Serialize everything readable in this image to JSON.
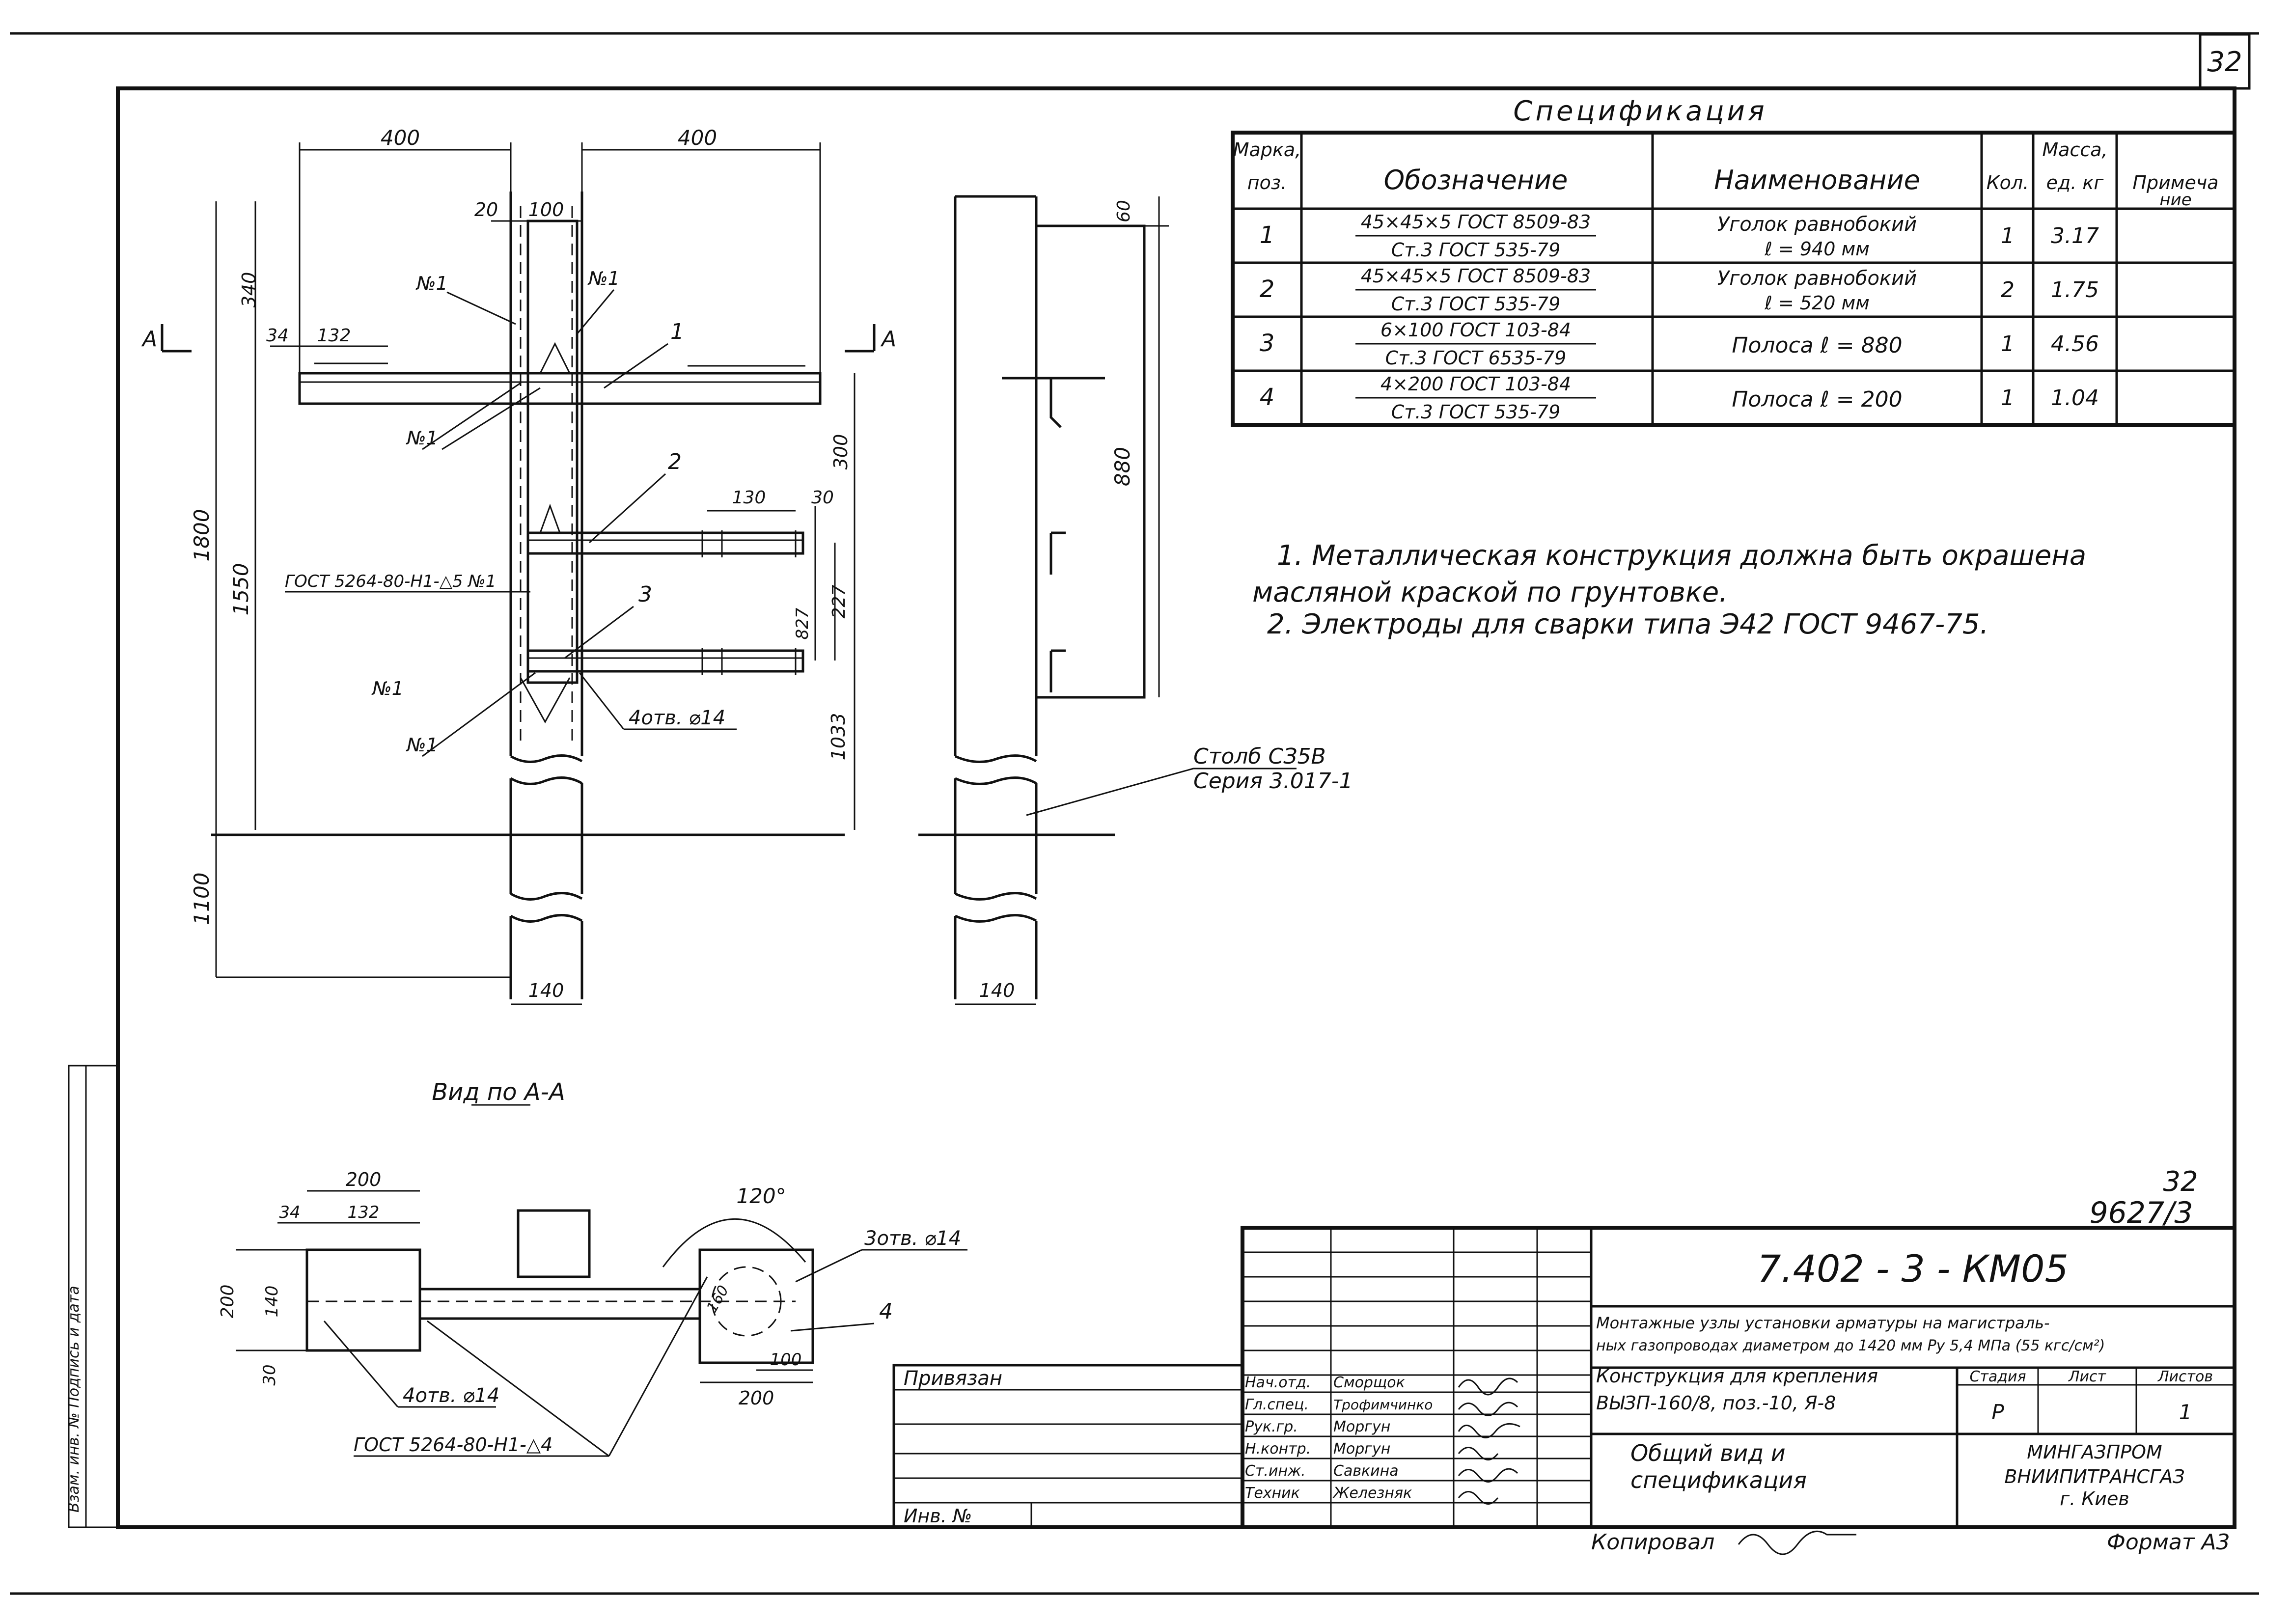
{
  "sheet": {
    "number": "32"
  },
  "spec": {
    "title": "Спецификация",
    "headers": {
      "mark": [
        "Марка,",
        "поз."
      ],
      "designation": "Обозначение",
      "name": "Наименование",
      "qty": "Кол.",
      "mass": [
        "Масса,",
        "ед. кг"
      ],
      "note": [
        "Примеча",
        "ние"
      ]
    },
    "rows": [
      {
        "pos": "1",
        "des1": "45×45×5 ГОСТ 8509-83",
        "des2": "Ст.3 ГОСТ 535-79",
        "name1": "Уголок равнобокий",
        "name2": "ℓ = 940 мм",
        "qty": "1",
        "mass": "3.17"
      },
      {
        "pos": "2",
        "des1": "45×45×5 ГОСТ 8509-83",
        "des2": "Ст.3 ГОСТ 535-79",
        "name1": "Уголок равнобокий",
        "name2": "ℓ = 520 мм",
        "qty": "2",
        "mass": "1.75"
      },
      {
        "pos": "3",
        "des1": "6×100 ГОСТ 103-84",
        "des2": "Ст.3 ГОСТ 6535-79",
        "name1": "Полоса ℓ = 880",
        "name2": "",
        "qty": "1",
        "mass": "4.56"
      },
      {
        "pos": "4",
        "des1": "4×200 ГОСТ 103-84",
        "des2": "Ст.3 ГОСТ 535-79",
        "name1": "Полоса ℓ = 200",
        "name2": "",
        "qty": "1",
        "mass": "1.04"
      }
    ]
  },
  "notes": [
    "1. Металлическая конструкция должна быть окрашена",
    "масляной краской по грунтовке.",
    "2. Электроды для сварки типа Э42 ГОСТ 9467-75."
  ],
  "front": {
    "dims": [
      "400",
      "400",
      "20",
      "100",
      "340",
      "34",
      "132",
      "300",
      "130",
      "30",
      "227",
      "827",
      "1800",
      "1550",
      "1033",
      "1100",
      "140"
    ],
    "callouts": [
      "№1",
      "№1",
      "№1",
      "№1",
      "№1"
    ],
    "positions": [
      "1",
      "2",
      "3"
    ],
    "weld_symbol": "ГОСТ 5264-80-Н1-△5 №1",
    "holes": "4отв. ⌀14",
    "section_letter": "А"
  },
  "side": {
    "dims": [
      "60",
      "880",
      "140"
    ],
    "post_label": [
      "Столб СЗ5В",
      "Серия 3.017-1"
    ]
  },
  "view_a": {
    "title": "Вид по А-А",
    "dims": [
      "200",
      "34",
      "132",
      "200",
      "140",
      "30",
      "120°",
      "160",
      "100",
      "200"
    ],
    "holes1": "3отв. ⌀14",
    "holes2": "4отв. ⌀14",
    "weld_symbol": "ГОСТ 5264-80-Н1-△4",
    "position": "4"
  },
  "side_stamp": "Взам. инв. №   Подпись и дата",
  "doc_number_small": [
    "32",
    "9627/3"
  ],
  "title_block": {
    "code": "7.402 - 3 - КМ05",
    "project": [
      "Монтажные узлы установки арматуры на магистраль-",
      "ных газопроводах диаметром до 1420 мм Ру 5,4 МПа (55 кгс/см²)"
    ],
    "construction": [
      "Конструкция для крепления",
      "ВЫЗП-160/8, поз.-10, Я-8"
    ],
    "sheet_title": [
      "Общий вид и",
      "спецификация"
    ],
    "stage_header": "Стадия",
    "sheet_header": "Лист",
    "sheets_header": "Листов",
    "stage": "Р",
    "sheets": "1",
    "org": [
      "МИНГАЗПРОМ",
      "ВНИИПИТРАНСГАЗ",
      "г. Киев"
    ],
    "privyazan": "Привязан",
    "inv_no": "Инв. №",
    "roles": [
      "Нач.отд.",
      "Гл.спец.",
      "Рук.гр.",
      "Н.контр.",
      "Ст.инж.",
      "Техник"
    ],
    "names": [
      "Сморщок",
      "Трофимчинко",
      "Моргун",
      "Моргун",
      "Савкина",
      "Железняк"
    ],
    "copied": "Копировал",
    "format": "Формат А3"
  }
}
